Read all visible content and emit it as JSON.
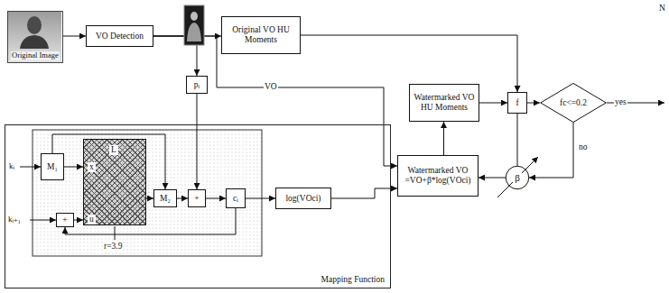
{
  "diagram": {
    "nodes": [
      {
        "text": [
          "Original Image"
        ]
      },
      {
        "text": [
          "VO Detection"
        ]
      },
      {
        "text": [
          "Original VO HU Moments"
        ]
      },
      {
        "text": [
          "pᵢ"
        ]
      },
      {
        "text": [
          "Watermarked VO HU Moments"
        ]
      },
      {
        "text": [
          "f"
        ]
      },
      {
        "text": [
          "fc<=0.2"
        ]
      },
      {
        "text": [
          "Mapping Function"
        ]
      },
      {
        "text": [
          "M₁"
        ],
        "in": 7
      },
      {
        "text": [
          "L",
          "x",
          "u"
        ],
        "in": 7
      },
      {
        "text": [
          "+"
        ],
        "in": 7
      },
      {
        "text": [
          "M₂"
        ],
        "in": 7
      },
      {
        "text": [
          "+"
        ],
        "in": 7
      },
      {
        "text": [
          "cᵢ"
        ],
        "in": 7
      },
      {
        "text": [
          "log(VOci)"
        ],
        "in": 7
      },
      {
        "text": [
          "Watermarked VO =VO+β*log(VOci)"
        ]
      },
      {
        "text": [
          "β"
        ]
      }
    ],
    "edges": [
      {
        "from": 0,
        "to": 1,
        "arrow": "to"
      },
      {
        "from": 1,
        "to": 2,
        "arrow": "to"
      },
      {
        "from": 1,
        "to": 3,
        "arrow": "to"
      },
      {
        "from": 1,
        "to": 15,
        "label": "VO",
        "arrow": "to"
      },
      {
        "from": 3,
        "to": 12,
        "arrow": "to"
      },
      {
        "from": 8,
        "to": 9,
        "arrow": "to"
      },
      {
        "from": 10,
        "to": 9,
        "arrow": "to"
      },
      {
        "from": 8,
        "to": 11,
        "arrow": "to"
      },
      {
        "from": 9,
        "to": 11,
        "arrow": "to"
      },
      {
        "from": 11,
        "to": 12,
        "arrow": "to"
      },
      {
        "from": 12,
        "to": 13,
        "arrow": "to"
      },
      {
        "from": 13,
        "to": 10,
        "arrow": "to"
      },
      {
        "from": 13,
        "to": 14,
        "arrow": "to"
      },
      {
        "from": 14,
        "to": 15,
        "arrow": "to"
      },
      {
        "from": 15,
        "to": 4,
        "arrow": "to"
      },
      {
        "from": 2,
        "to": 5,
        "arrow": "to"
      },
      {
        "from": 4,
        "to": 5,
        "arrow": "to"
      },
      {
        "from": 5,
        "to": 6,
        "arrow": "to"
      },
      {
        "from": 6,
        "to": 16,
        "label": "no",
        "arrow": "to"
      },
      {
        "from": 16,
        "to": 15,
        "arrow": "to"
      },
      {
        "from": 5,
        "to": 16,
        "arrow": "none"
      }
    ],
    "labels": [
      "kᵢ",
      "kᵢ₊₁",
      "r=3.9",
      "yes",
      "N"
    ]
  }
}
